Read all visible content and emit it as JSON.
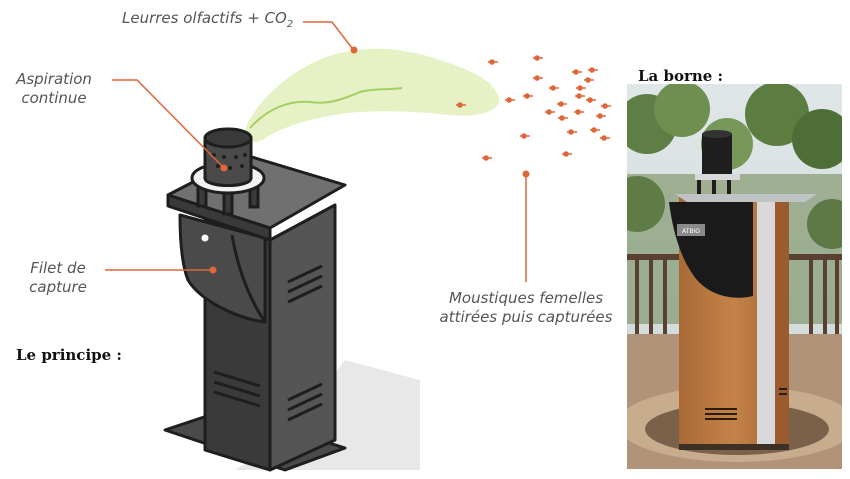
{
  "diagram": {
    "labels": {
      "lures": "Leurres olfactifs + CO",
      "lures_sub": "2",
      "suction_line1": "Aspiration",
      "suction_line2": "continue",
      "net_line1": "Filet de",
      "net_line2": "capture",
      "mosquitoes_line1": "Moustiques femelles",
      "mosquitoes_line2": "attirées puis capturées"
    },
    "headings": {
      "principle": "Le principe :",
      "terminal": "La borne :"
    },
    "device_badge": "ATBIO"
  },
  "colors": {
    "accent": "#e0663a",
    "plume": "#e4f0c4",
    "plume_line": "#9ccc58",
    "device_dark": "#3a3a3a",
    "device_black": "#1e1e1e",
    "shadow": "#e6e6e6",
    "wood": "#b8773e"
  }
}
